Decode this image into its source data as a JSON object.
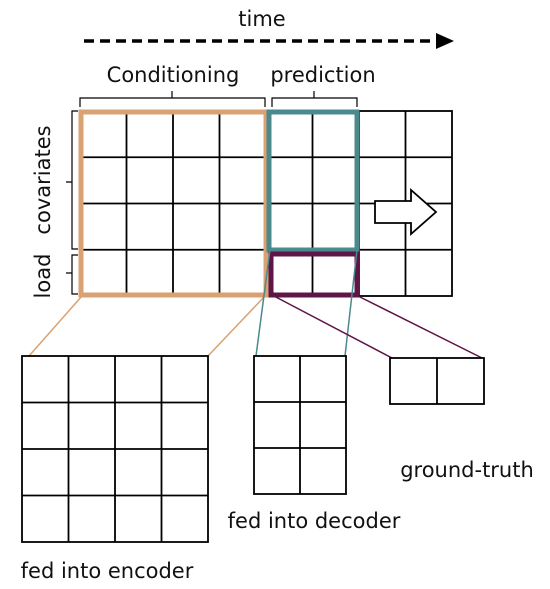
{
  "labels": {
    "time": "time",
    "conditioning": "Conditioning",
    "prediction": "prediction",
    "covariates": "covariates",
    "load": "load",
    "encoder": "fed into encoder",
    "decoder": "fed into decoder",
    "ground_truth": "ground-truth"
  },
  "colors": {
    "conditioning": "#d9a273",
    "prediction": "#4a8a8c",
    "ground_truth": "#5e1547",
    "grid": "#000000"
  },
  "icons": {
    "arrow": "right-arrow-icon"
  }
}
